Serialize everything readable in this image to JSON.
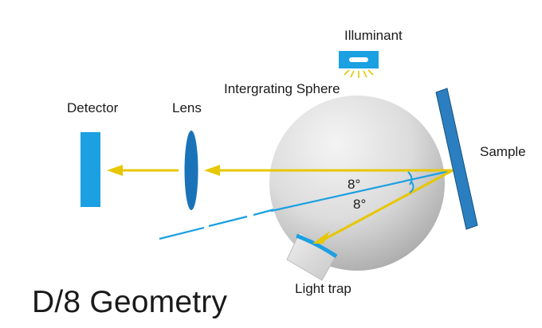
{
  "labels": {
    "illuminant": "Illuminant",
    "sphere": "Intergrating Sphere",
    "detector": "Detector",
    "lens": "Lens",
    "sample": "Sample",
    "light_trap": "Light trap",
    "angle_upper": "8°",
    "angle_lower": "8°",
    "title": "D/8 Geometry"
  },
  "colors": {
    "detector": "#1ba0e2",
    "lens": "#1a73b8",
    "sample": "#2b7fc0",
    "illuminant": "#1ba0e2",
    "ray": "#e6c700",
    "dashed_ray": "#1ba0e2",
    "sphere_light": "#f4f4f4",
    "sphere_dark": "#a9a9a9",
    "trap_body": "#d9d9d9",
    "trap_edge": "#1ba0e2"
  }
}
